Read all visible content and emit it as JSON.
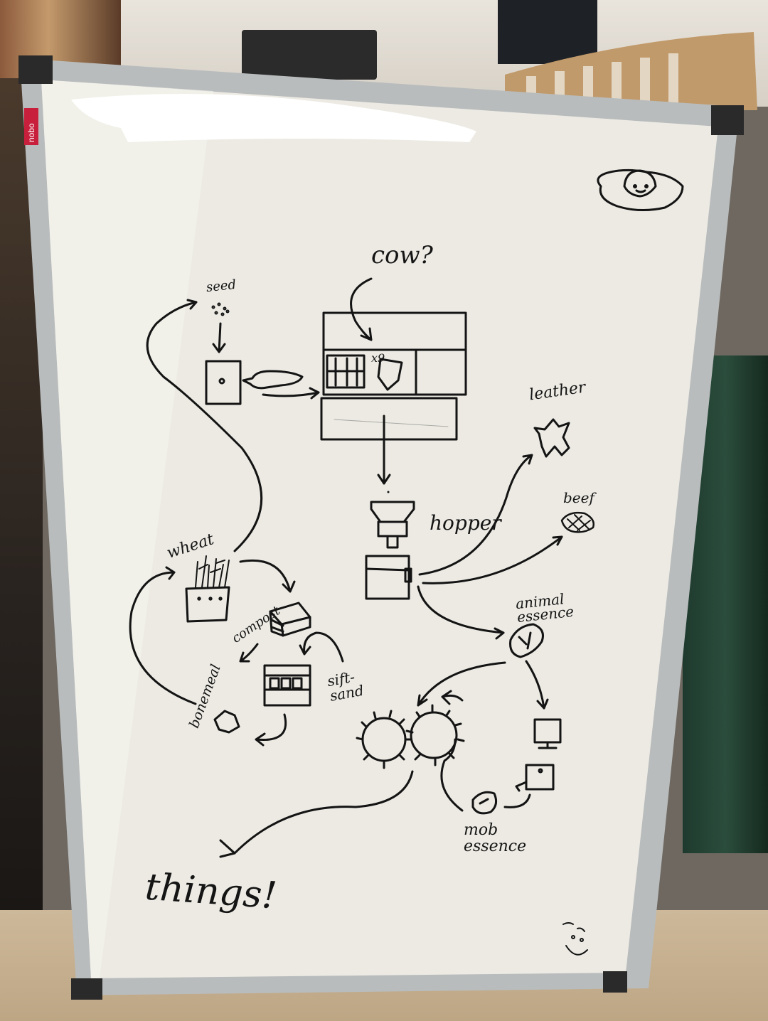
{
  "brand": "nobo",
  "labels": {
    "cow": "cow?",
    "seed": "seed",
    "wheat": "wheat",
    "compost": "compost",
    "sift_sand": "sift-\nsand",
    "bonemeal": "bonemeal",
    "hopper": "hopper",
    "leather": "leather",
    "beef": "beef",
    "animal_essence": "animal\nessence",
    "mob_essence": "mob\nessence",
    "things": "things!",
    "multiplier": "x9"
  },
  "colors": {
    "ink": "#141414",
    "board_surface": "#eceae3",
    "frame": "#b9bcbd",
    "brand_badge": "#c8203c"
  }
}
